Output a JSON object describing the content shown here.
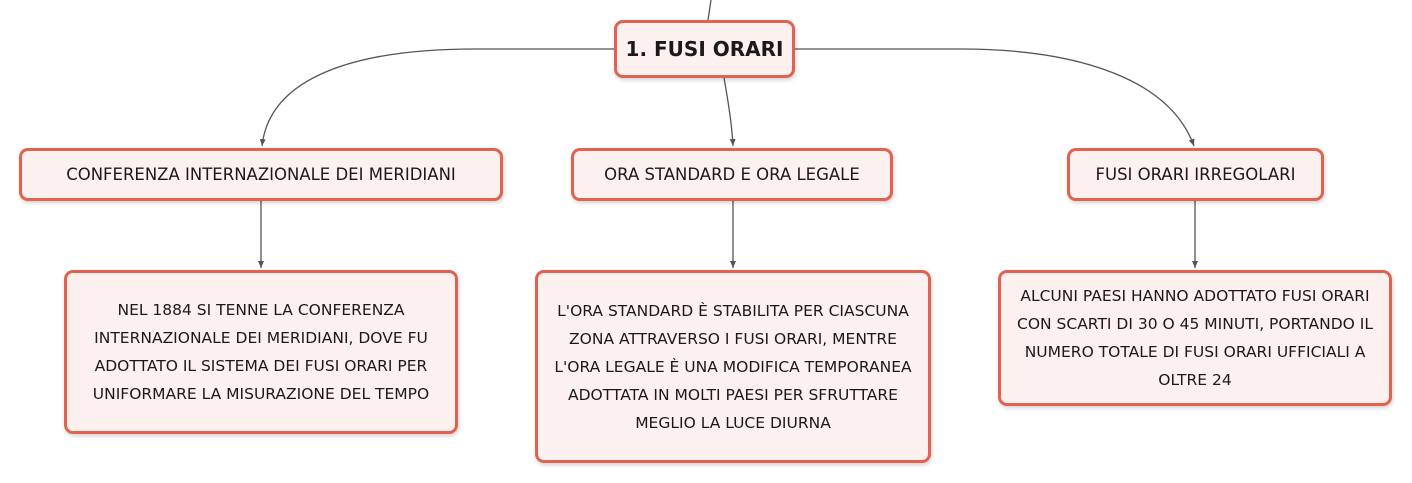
{
  "root": {
    "label": "1. FUSI ORARI"
  },
  "topics": [
    {
      "label": "CONFERENZA INTERNAZIONALE DEI MERIDIANI",
      "detail": "NEL 1884 SI TENNE LA CONFERENZA INTERNAZIONALE DEI MERIDIANI, DOVE FU ADOTTATO IL SISTEMA DEI FUSI ORARI PER UNIFORMARE LA MISURAZIONE DEL TEMPO"
    },
    {
      "label": "ORA STANDARD E ORA LEGALE",
      "detail": "L'ORA STANDARD È STABILITA PER CIASCUNA ZONA ATTRAVERSO I FUSI ORARI, MENTRE L'ORA LEGALE È UNA MODIFICA TEMPORANEA ADOTTATA IN MOLTI PAESI PER SFRUTTARE MEGLIO LA LUCE DIURNA"
    },
    {
      "label": "FUSI ORARI IRREGOLARI",
      "detail": "ALCUNI PAESI HANNO ADOTTATO FUSI ORARI CON SCARTI DI 30 O 45 MINUTI, PORTANDO IL NUMERO TOTALE DI FUSI ORARI UFFICIALI A OLTRE 24"
    }
  ],
  "colors": {
    "node_border": "#e0624f",
    "node_fill": "#fdf1ef",
    "connector": "#555555",
    "text": "#1a1a1a"
  }
}
